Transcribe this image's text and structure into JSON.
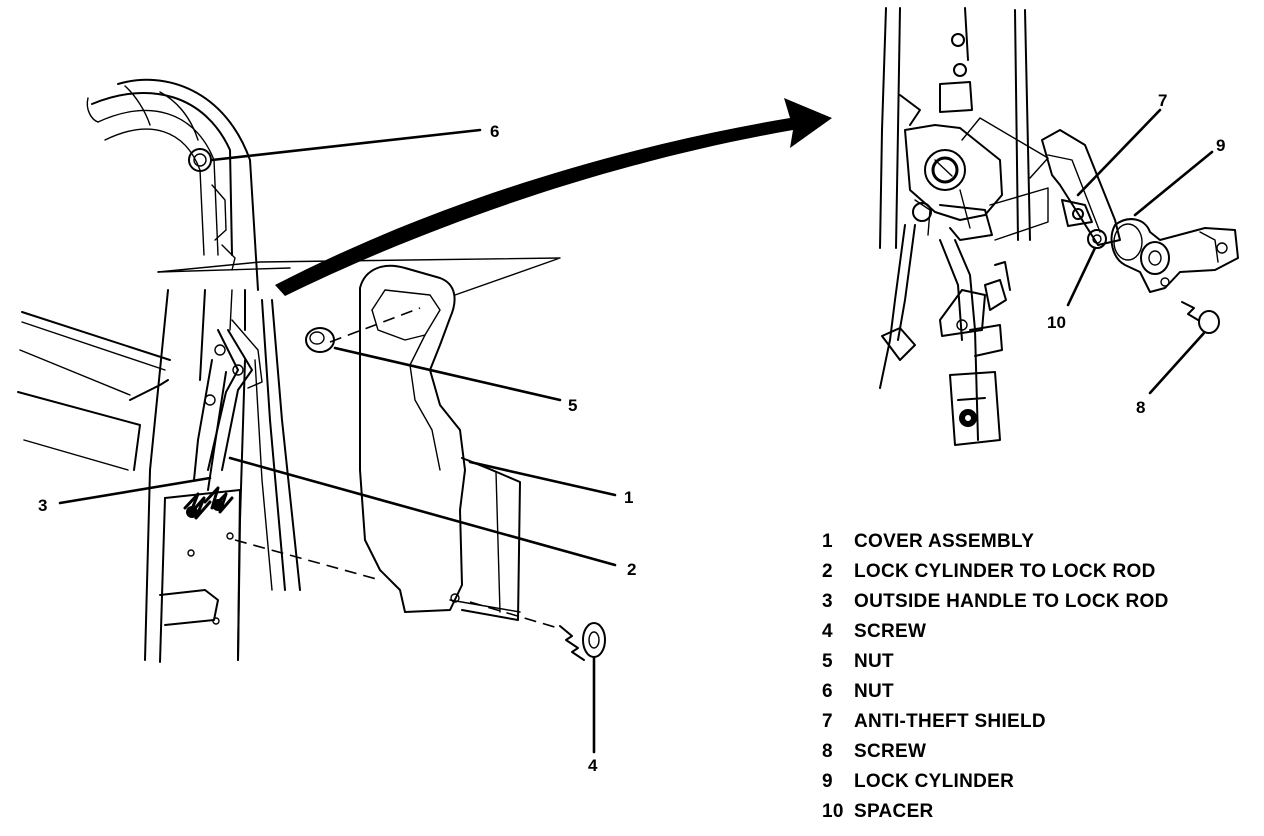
{
  "callouts": {
    "c1": "1",
    "c2": "2",
    "c3": "3",
    "c4": "4",
    "c5": "5",
    "c6": "6",
    "c7": "7",
    "c8": "8",
    "c9": "9",
    "c10": "10"
  },
  "legend": [
    {
      "num": "1",
      "text": "COVER ASSEMBLY"
    },
    {
      "num": "2",
      "text": "LOCK CYLINDER TO LOCK ROD"
    },
    {
      "num": "3",
      "text": "OUTSIDE HANDLE TO LOCK ROD"
    },
    {
      "num": "4",
      "text": "SCREW"
    },
    {
      "num": "5",
      "text": "NUT"
    },
    {
      "num": "6",
      "text": "NUT"
    },
    {
      "num": "7",
      "text": "ANTI-THEFT SHIELD"
    },
    {
      "num": "8",
      "text": "SCREW"
    },
    {
      "num": "9",
      "text": "LOCK CYLINDER"
    },
    {
      "num": "10",
      "text": "SPACER"
    }
  ]
}
